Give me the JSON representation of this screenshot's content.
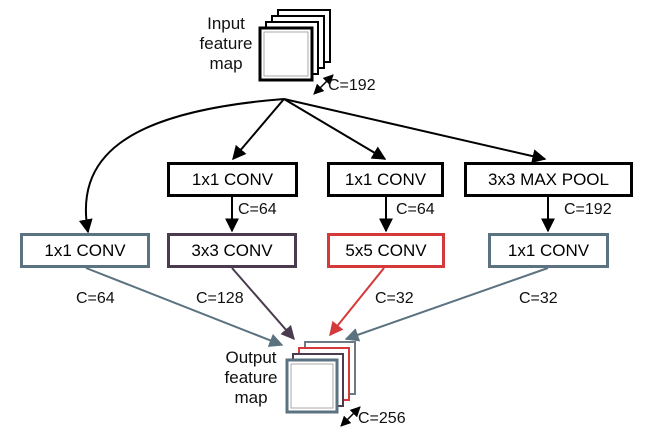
{
  "input": {
    "label_lines": [
      "Input",
      "feature",
      "map"
    ],
    "channels": "C=192"
  },
  "output": {
    "label_lines": [
      "Output",
      "feature",
      "map"
    ],
    "channels": "C=256"
  },
  "row1": {
    "conv_a": "1x1 CONV",
    "conv_a_channels": "C=64",
    "conv_b": "1x1 CONV",
    "conv_b_channels": "C=64",
    "pool": "3x3 MAX POOL",
    "pool_channels": "C=192"
  },
  "row2": {
    "branch1": {
      "label": "1x1 CONV",
      "channels": "C=64"
    },
    "branch2": {
      "label": "3x3 CONV",
      "channels": "C=128"
    },
    "branch3": {
      "label": "5x5 CONV",
      "channels": "C=32"
    },
    "branch4": {
      "label": "1x1 CONV",
      "channels": "C=32"
    }
  },
  "colors": {
    "branch1": "#5b7280",
    "branch2": "#4a3b4f",
    "branch3": "#d43a3a",
    "branch4": "#5b7280"
  }
}
